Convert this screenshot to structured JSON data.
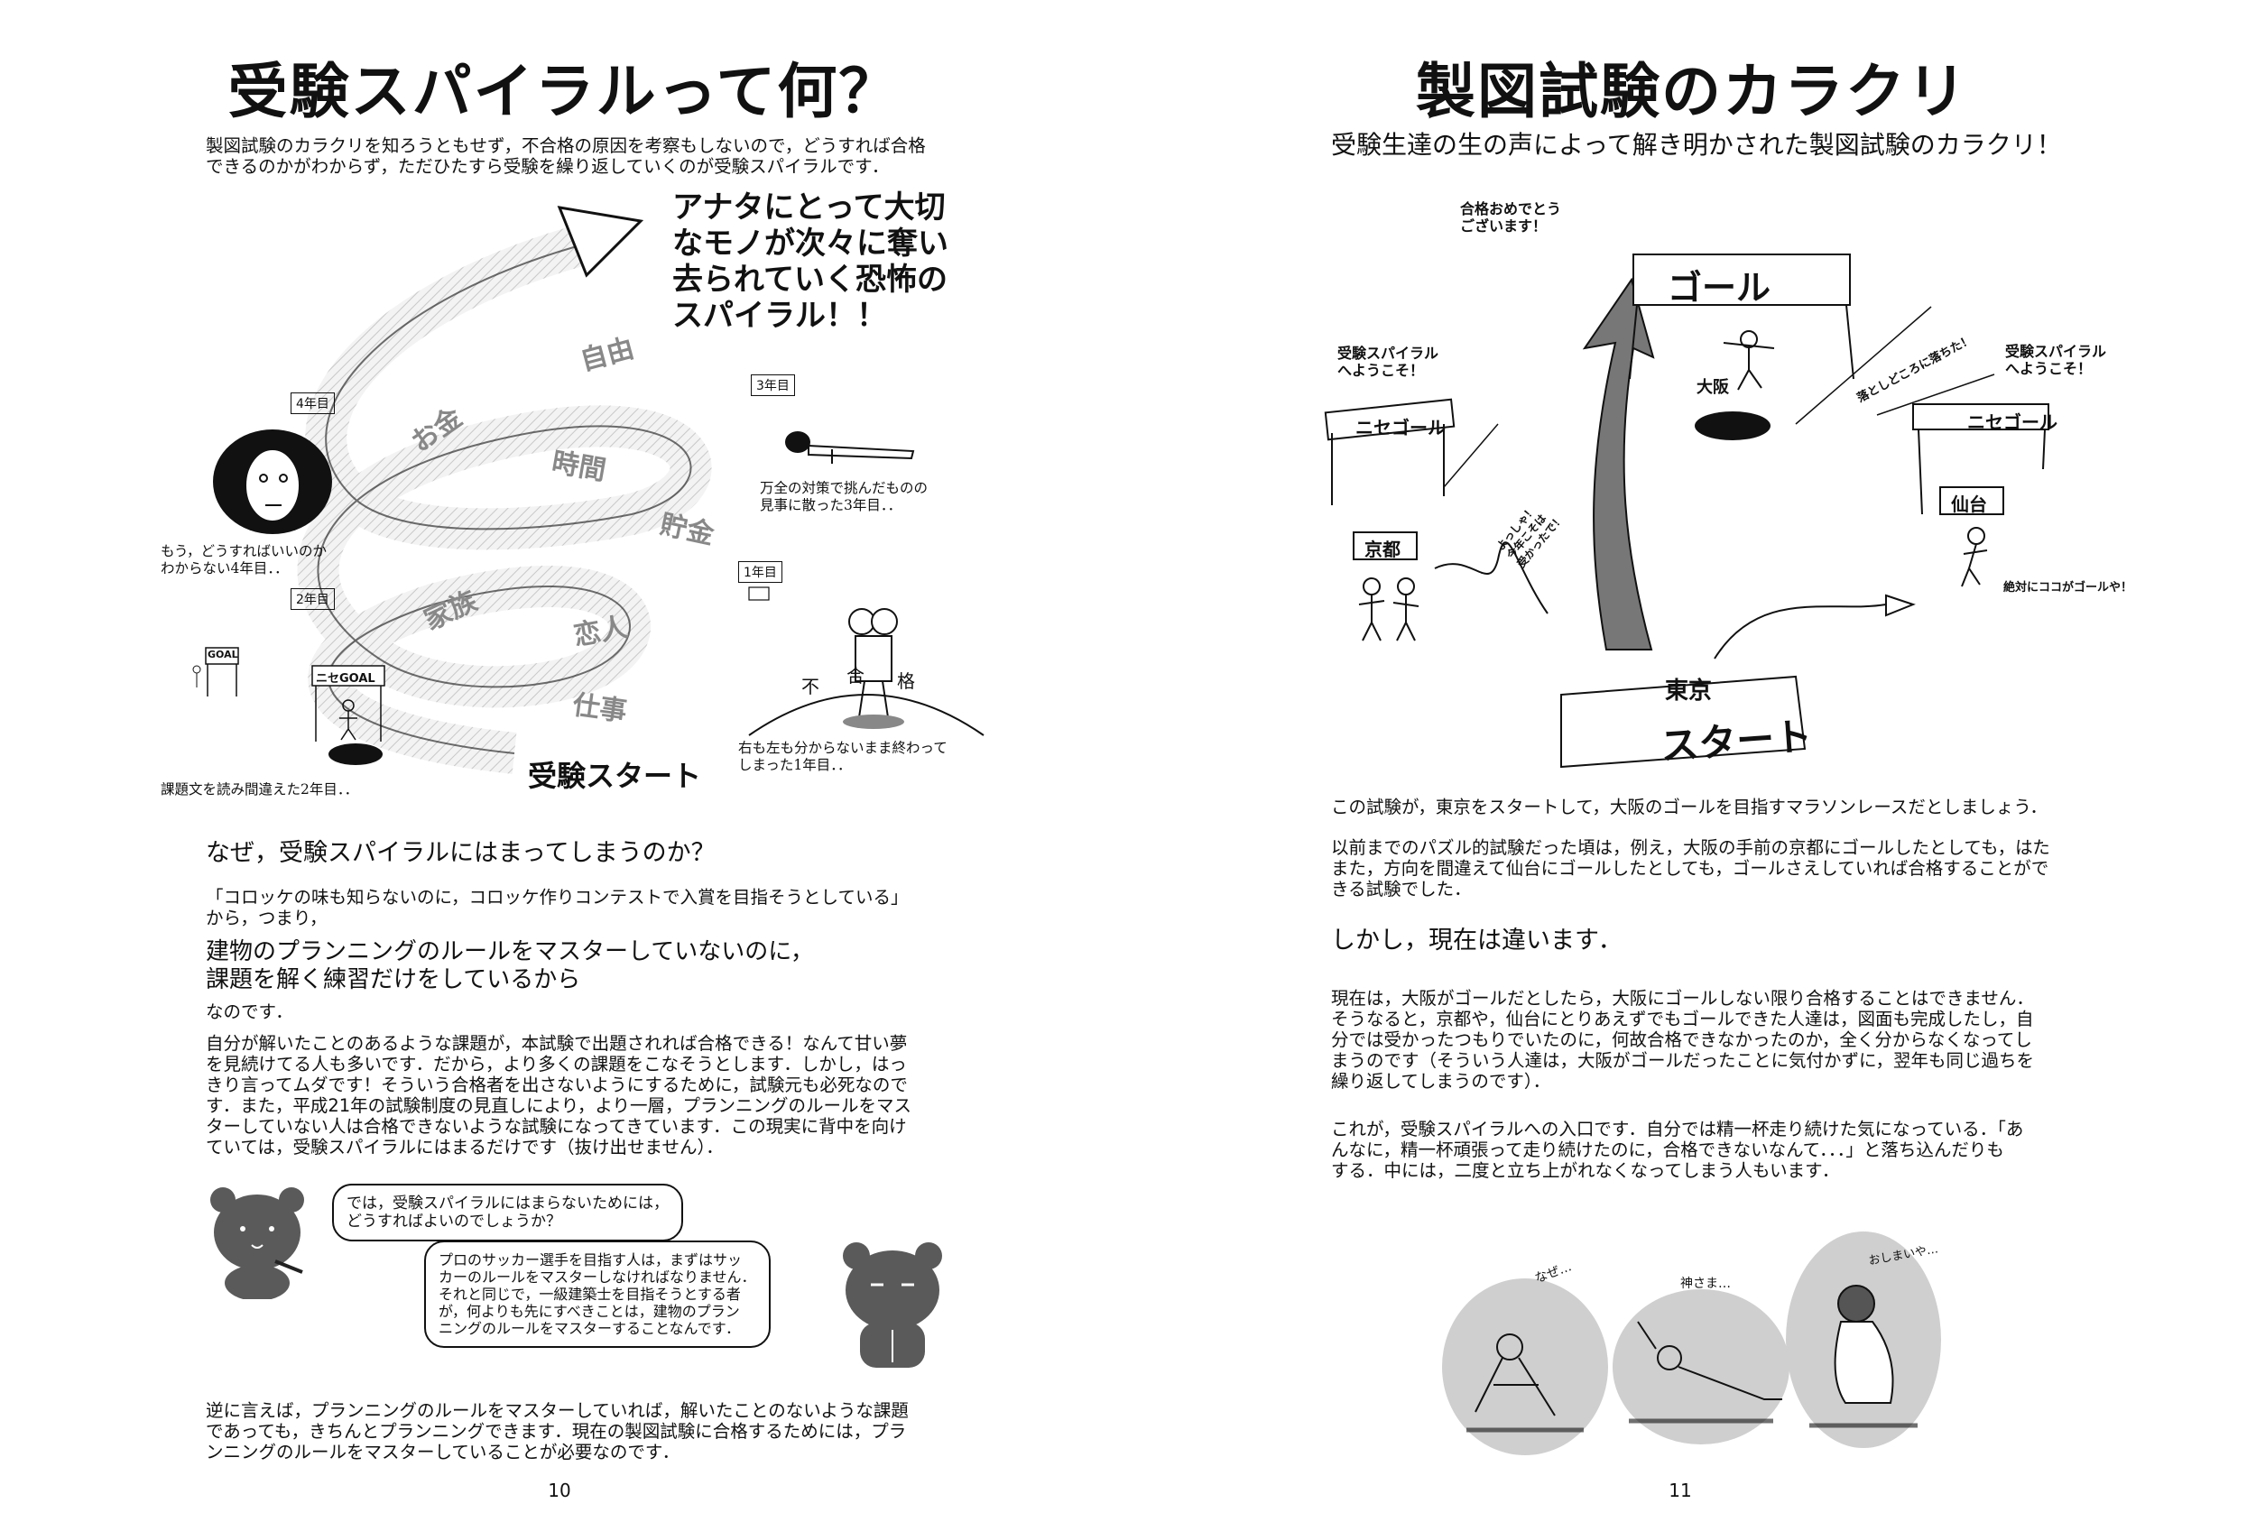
{
  "left": {
    "title": "受験スパイラルって何？",
    "intro": "製図試験のカラクリを知ろうともせず，不合格の原因を考察もしないので，どうすれば合格\nできるのかがわからず，ただひたすら受験を繰り返していくのが受験スパイラルです．",
    "fear_text": "アナタにとって大切\nなモノが次々に奪い\n去られていく恐怖の\nスパイラル！！",
    "spiral_words": [
      "自由",
      "お金",
      "時間",
      "貯金",
      "家族",
      "恋人",
      "仕事"
    ],
    "year_labels": [
      "4年目",
      "3年目",
      "2年目",
      "1年目"
    ],
    "captions": {
      "year4": "もう，どうすればいいのか\nわからない4年目．．",
      "year3": "万全の対策で挑んだものの\n見事に散った3年目．．",
      "year2": "課題文を読み間違えた2年目．．",
      "year1": "右も左も分からないまま終わって\nしまった1年目．．"
    },
    "start_label": "受験スタート",
    "goal_sign": "GOAL",
    "fake_goal_sign": "ニセGOAL",
    "fail_chars": [
      "不",
      "合",
      "格"
    ],
    "question": "なぜ，受験スパイラルにはまってしまうのか？",
    "croquette": "「コロッケの味も知らないのに，コロッケ作りコンテストで入賞を目指そうとしている」\nから，つまり，",
    "emphasis": "建物のプランニングのルールをマスターしていないのに，\n課題を解く練習だけをしているから",
    "nanodesu": "なのです．",
    "body": "自分が解いたことのあるような課題が，本試験で出題されれば合格できる！なんて甘い夢\nを見続けてる人も多いです．だから，より多くの課題をこなそうとします．しかし，はっ\nきり言ってムダです！そういう合格者を出さないようにするために，試験元も必死なので\nす．また，平成21年の試験制度の見直しにより，より一層，プランニングのルールをマス\nターしていない人は合格できないような試験になってきています．この現実に背中を向け\nていては，受験スパイラルにはまるだけです（抜け出せません）．",
    "bubble1": "では，受験スパイラルにはまらないためには，\nどうすればよいのでしょうか？",
    "bubble2": "プロのサッカー選手を目指す人は，まずはサッ\nカーのルールをマスターしなければなりません．\nそれと同じで，一級建築士を目指そうとする者\nが，何よりも先にすべきことは，建物のプラン\nニングのルールをマスターすることなんです．",
    "conclusion": "逆に言えば，プランニングのルールをマスターしていれば，解いたことのないような課題\nであっても，きちんとプランニングできます．現在の製図試験に合格するためには，プラ\nンニングのルールをマスターしていることが必要なのです．",
    "page_number": "10"
  },
  "right": {
    "title": "製図試験のカラクリ",
    "subtitle": "受験生達の生の声によって解き明かされた製図試験のカラクリ！",
    "congrats": "合格おめでとう\nございます！",
    "welcome": "受験スパイラル\nへようこそ！",
    "goal_sign": "ゴール",
    "fake_goal": "ニセゴール",
    "city_osaka": "大阪",
    "city_kyoto": "京都",
    "city_sendai": "仙台",
    "city_tokyo": "東京",
    "start": "スタート",
    "pitfall": "落としどころに落ちた！",
    "kyoto_voice": "よっしゃ！\n今年こそは\n受かったで！",
    "sendai_voice": "絶対にココがゴールや！",
    "para1": "この試験が，東京をスタートして，大阪のゴールを目指すマラソンレースだとしましょう．",
    "para2": "以前までのパズル的試験だった頃は，例え，大阪の手前の京都にゴールしたとしても，はた\nまた，方向を間違えて仙台にゴールしたとしても，ゴールさえしていれば合格することがで\nきる試験でした．",
    "heading": "しかし，現在は違います．",
    "para3": "現在は，大阪がゴールだとしたら，大阪にゴールしない限り合格することはできません．\nそうなると，京都や，仙台にとりあえずでもゴールできた人達は，図面も完成したし，自\n分では受かったつもりでいたのに，何故合格できなかったのか，全く分からなくなってし\nまうのです（そういう人達は，大阪がゴールだったことに気付かずに，翌年も同じ過ちを\n繰り返してしまうのです）．",
    "para4": "これが，受験スパイラルへの入口です．自分では精一杯走り続けた気になっている．「あ\nんなに，精一杯頑張って走り続けたのに，合格できないなんて．．．」と落ち込んだりも\nする．中には，二度と立ち上がれなくなってしまう人もいます．",
    "panel_texts": [
      "なぜ…",
      "神さま…",
      "おしまいや…"
    ],
    "page_number": "11"
  }
}
